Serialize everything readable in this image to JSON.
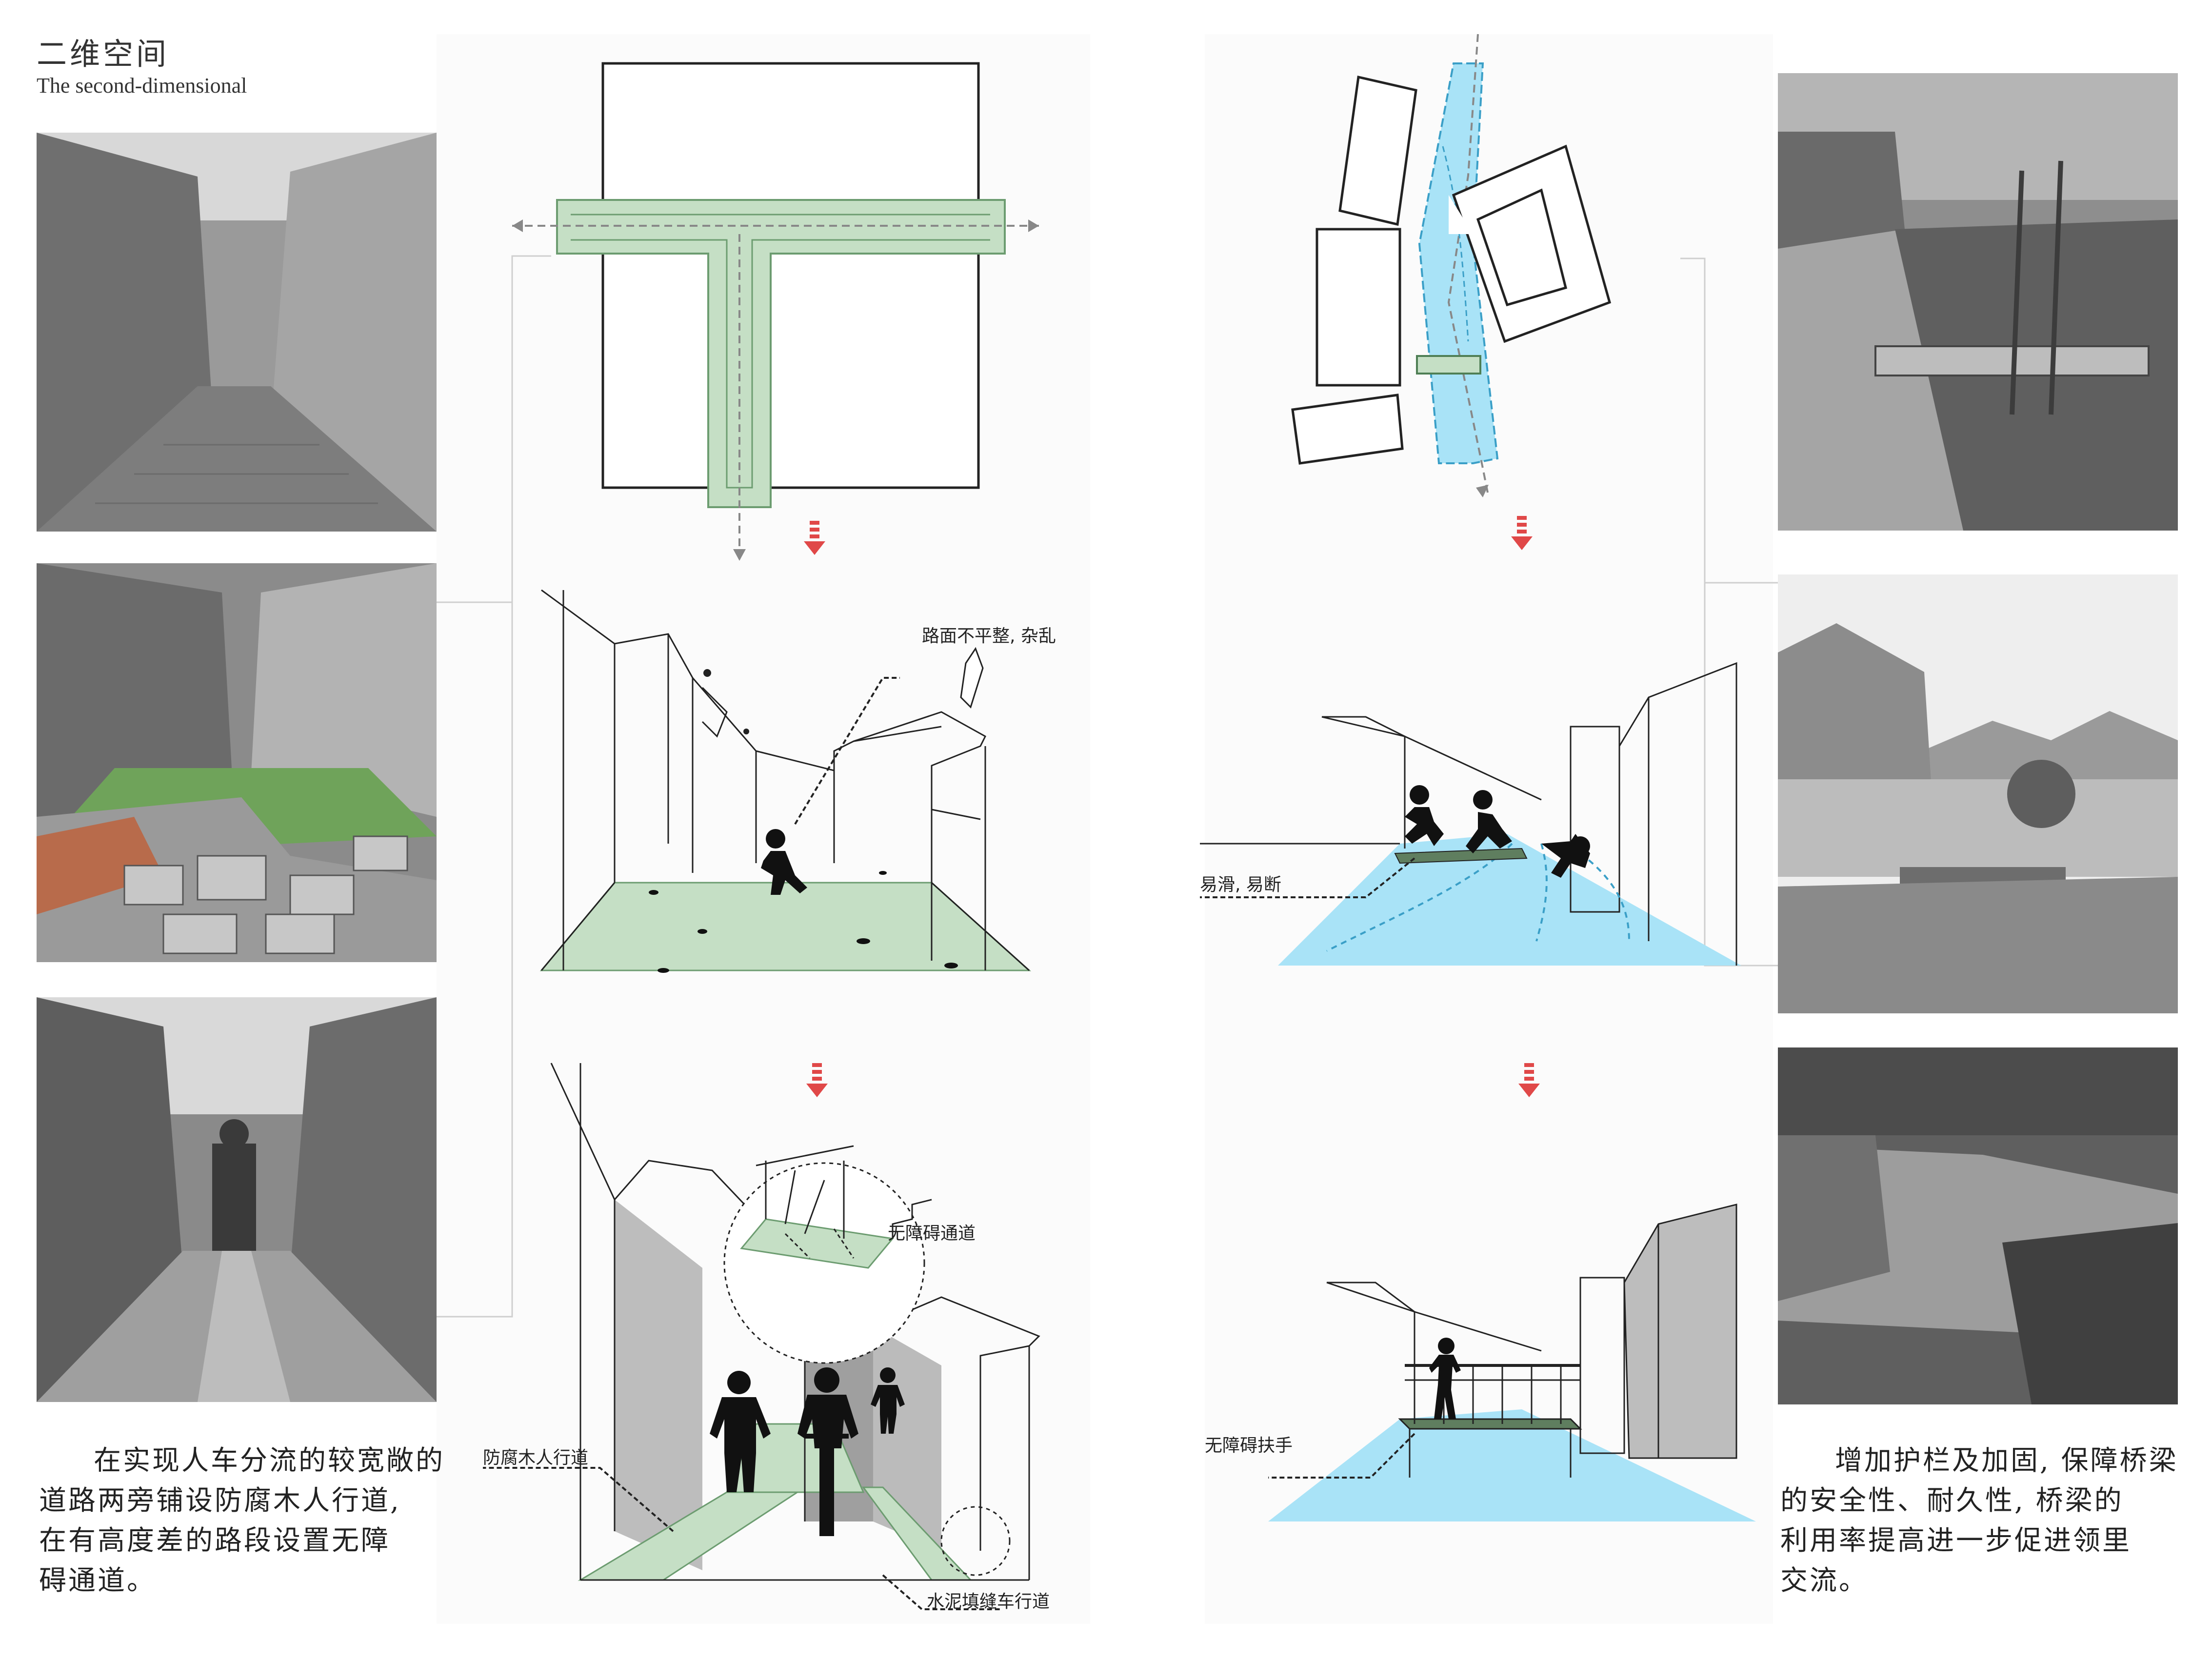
{
  "header": {
    "title_cn": "二维空间",
    "title_en": "The second-dimensional"
  },
  "left_text": {
    "lines": [
      "在实现人车分流的较宽敞的",
      "道路两旁铺设防腐木人行道,",
      "在有高度差的路段设置无障",
      "碍通道。"
    ]
  },
  "right_text": {
    "lines": [
      "增加护栏及加固, 保障桥梁",
      "的安全性、耐久性, 桥梁的",
      "利用率提高进一步促进领里",
      "交流。"
    ]
  },
  "annotations": {
    "road_uneven": "路面不平整, 杂乱",
    "barrier_free_passage": "无障碍通道",
    "wood_walkway": "防腐木人行道",
    "cement_lane": "水泥填缝车行道",
    "slippery": "易滑, 易断",
    "handrail": "无障碍扶手"
  },
  "colors": {
    "green_fill": "#c5dfc5",
    "green_stroke": "#6c9c70",
    "blue_fill": "#a9e3f7",
    "blue_stroke": "#3a9fc7",
    "arrow_red": "#e04848"
  }
}
